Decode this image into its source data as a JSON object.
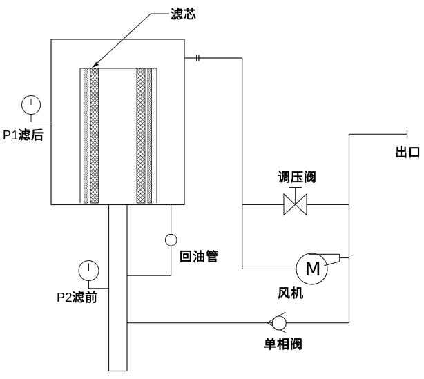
{
  "diagram": {
    "kind": "filter-piping-schematic",
    "background_color": "#ffffff",
    "line_color": "#1c1c1c",
    "labels": {
      "filter_element": "滤芯",
      "p1_tag": "P1",
      "p1_name": "滤后",
      "p2_tag": "P2",
      "p2_name": "滤前",
      "pressure_regulating_valve": "调压阀",
      "outlet": "出口",
      "fan": "风机",
      "check_valve": "单相阀",
      "oil_return_pipe": "回油管",
      "motor_symbol": "M"
    }
  }
}
